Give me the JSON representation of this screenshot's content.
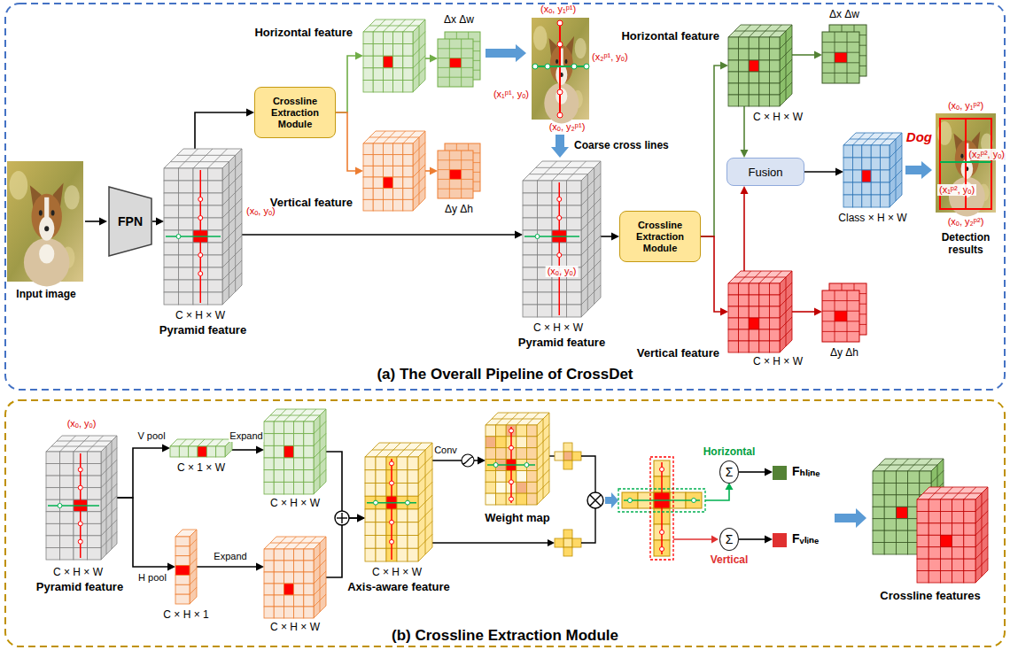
{
  "diagram": {
    "nodes": [
      {
        "text": [
          "(a) The Overall Pipeline of CrossDet"
        ]
      },
      {
        "text": [
          "FPN"
        ],
        "in": 0
      },
      {
        "text": [
          "C × H × W",
          "Pyramid feature"
        ],
        "in": 0
      },
      {
        "text": [
          "Crossline Extraction Module"
        ],
        "in": 0
      },
      {
        "text": [
          "Horizontal feature"
        ],
        "in": 0
      },
      {
        "text": [
          "Vertical feature"
        ],
        "in": 0
      },
      {
        "text": [
          "Δx Δw"
        ],
        "in": 0
      },
      {
        "text": [
          "Δy Δh"
        ],
        "in": 0
      },
      {
        "text": [
          "C × H × W",
          "Pyramid feature"
        ],
        "in": 0
      },
      {
        "text": [
          "Crossline Extraction Module"
        ],
        "in": 0
      },
      {
        "text": [
          "Horizontal feature",
          "C × H × W"
        ],
        "in": 0
      },
      {
        "text": [
          "Vertical feature",
          "C × H × W"
        ],
        "in": 0
      },
      {
        "text": [
          "Δx Δw"
        ],
        "in": 0
      },
      {
        "text": [
          "Δy Δh"
        ],
        "in": 0
      },
      {
        "text": [
          "Fusion"
        ],
        "in": 0
      },
      {
        "text": [
          "Class × H × W"
        ],
        "in": 0
      },
      {
        "text": [
          "(b) Crossline Extraction Module"
        ]
      },
      {
        "text": [
          "C × H × W",
          "Pyramid feature"
        ],
        "in": 16
      },
      {
        "text": [
          "C × 1 × W"
        ],
        "in": 16
      },
      {
        "text": [
          "C × H × 1"
        ],
        "in": 16
      },
      {
        "text": [
          "C × H × W"
        ],
        "in": 16
      },
      {
        "text": [
          "C × H × W"
        ],
        "in": 16
      },
      {
        "text": [
          "C × H × W",
          "Axis-aware feature"
        ],
        "in": 16
      },
      {
        "text": [
          "Weight map"
        ],
        "in": 16
      },
      {
        "text": [
          "Σ"
        ],
        "in": 16
      },
      {
        "text": [
          "Σ"
        ],
        "in": 16
      },
      {
        "text": [
          "Fₕₗᵢₙₑ"
        ],
        "in": 16
      },
      {
        "text": [
          "Fᵥₗᵢₙₑ"
        ],
        "in": 16
      },
      {
        "text": [
          "Crossline features"
        ],
        "in": 16
      }
    ],
    "edges": [
      {
        "from": 1,
        "to": 2,
        "arrow": "to"
      },
      {
        "from": 2,
        "to": 3,
        "arrow": "to"
      },
      {
        "from": 3,
        "to": 4,
        "arrow": "to"
      },
      {
        "from": 3,
        "to": 5,
        "arrow": "to"
      },
      {
        "from": 4,
        "to": 6,
        "arrow": "to"
      },
      {
        "from": 5,
        "to": 7,
        "arrow": "to"
      },
      {
        "from": 2,
        "to": 8,
        "arrow": "to"
      },
      {
        "from": 8,
        "to": 9,
        "arrow": "to"
      },
      {
        "from": 9,
        "to": 10,
        "arrow": "to"
      },
      {
        "from": 9,
        "to": 11,
        "arrow": "to"
      },
      {
        "from": 10,
        "to": 12,
        "arrow": "to"
      },
      {
        "from": 11,
        "to": 13,
        "arrow": "to"
      },
      {
        "from": 10,
        "to": 14,
        "arrow": "to"
      },
      {
        "from": 11,
        "to": 14,
        "arrow": "to"
      },
      {
        "from": 14,
        "to": 15,
        "arrow": "to"
      },
      {
        "from": 17,
        "to": 18,
        "arrow": "to",
        "label": "V pool"
      },
      {
        "from": 17,
        "to": 19,
        "arrow": "to",
        "label": "H pool"
      },
      {
        "from": 18,
        "to": 20,
        "arrow": "to",
        "label": "Expand"
      },
      {
        "from": 19,
        "to": 21,
        "arrow": "to",
        "label": "Expand"
      },
      {
        "from": 20,
        "to": 22,
        "arrow": "to"
      },
      {
        "from": 21,
        "to": 22,
        "arrow": "to"
      },
      {
        "from": 22,
        "to": 23,
        "arrow": "to",
        "label": "Conv"
      },
      {
        "from": 24,
        "to": 26,
        "arrow": "to"
      },
      {
        "from": 25,
        "to": 27,
        "arrow": "to"
      }
    ],
    "labels": [
      "Input image",
      "(xₒ, yₒ)",
      "(xₒ, y₁ᵖ¹)",
      "(x₂ᵖ¹, yₒ)",
      "(x₁ᵖ¹, yₒ)",
      "(xₒ, y₂ᵖ¹)",
      "Coarse cross lines",
      "(xₒ, yₒ)",
      "Dog",
      "(xₒ, y₁ᵖ²)",
      "(x₂ᵖ², yₒ)",
      "(x₁ᵖ², yₒ)",
      "(xₒ, y₂ᵖ²)",
      "Detection results",
      "(xₒ, yₒ)",
      "Horizontal",
      "Vertical"
    ]
  }
}
